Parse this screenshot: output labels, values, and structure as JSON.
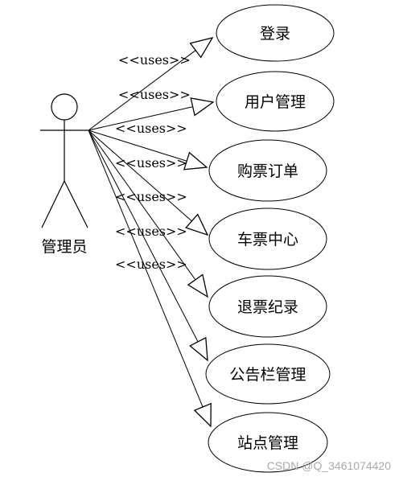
{
  "diagram": {
    "actor": {
      "label": "管理员"
    },
    "relation_label": "<<uses>>",
    "use_cases": [
      {
        "label": "登录"
      },
      {
        "label": "用户管理"
      },
      {
        "label": "购票订单"
      },
      {
        "label": "车票中心"
      },
      {
        "label": "退票纪录"
      },
      {
        "label": "公告栏管理"
      },
      {
        "label": "站点管理"
      }
    ],
    "watermark": "CSDN @Q_3461074420"
  }
}
